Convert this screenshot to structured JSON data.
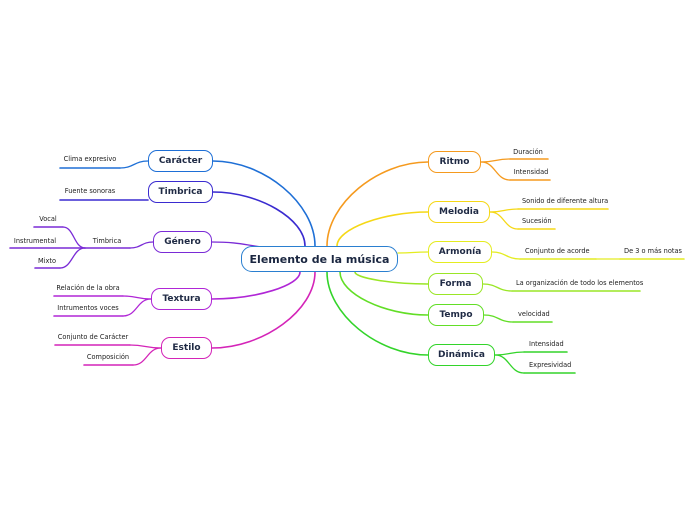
{
  "central": {
    "label": "Elemento de la música",
    "color": "#2a7fd0"
  },
  "branches": {
    "caracter": {
      "label": "Carácter",
      "color": "#1e6fd6"
    },
    "timbrica": {
      "label": "Timbrica",
      "color": "#3a2bd0"
    },
    "genero": {
      "label": "Género",
      "color": "#7a2bd6"
    },
    "textura": {
      "label": "Textura",
      "color": "#b026d6"
    },
    "estilo": {
      "label": "Estilo",
      "color": "#d424b8"
    },
    "ritmo": {
      "label": "Ritmo",
      "color": "#f59a1e"
    },
    "melodia": {
      "label": "Melodia",
      "color": "#f5d816"
    },
    "armonia": {
      "label": "Armonía",
      "color": "#e4ec20"
    },
    "forma": {
      "label": "Forma",
      "color": "#9ae626"
    },
    "tempo": {
      "label": "Tempo",
      "color": "#62de26"
    },
    "dinamica": {
      "label": "Dinámica",
      "color": "#33d42a"
    }
  },
  "leaves": {
    "clima_expresivo": "Clima expresivo",
    "fuente_sonoras": "Fuente sonoras",
    "genero_timbrica": "Timbrica",
    "vocal": "Vocal",
    "instrumental": "Instrumental",
    "mixto": "Mixto",
    "relacion_obra": "Relación de la obra",
    "intrumentos_voces": "Intrumentos voces",
    "conjunto_caracter": "Conjunto de Carácter",
    "composicion": "Composición",
    "duracion": "Duración",
    "ritmo_intensidad": "Intensidad",
    "sonido_altura": "Sonido de diferente altura",
    "sucesion": "Sucesión",
    "conjunto_acorde": "Conjunto de acorde",
    "tres_notas": "De 3 o más notas",
    "organizacion": "La organización de todo los elementos",
    "velocidad": "velocidad",
    "dinamica_intensidad": "Intensidad",
    "expresividad": "Expresividad"
  }
}
